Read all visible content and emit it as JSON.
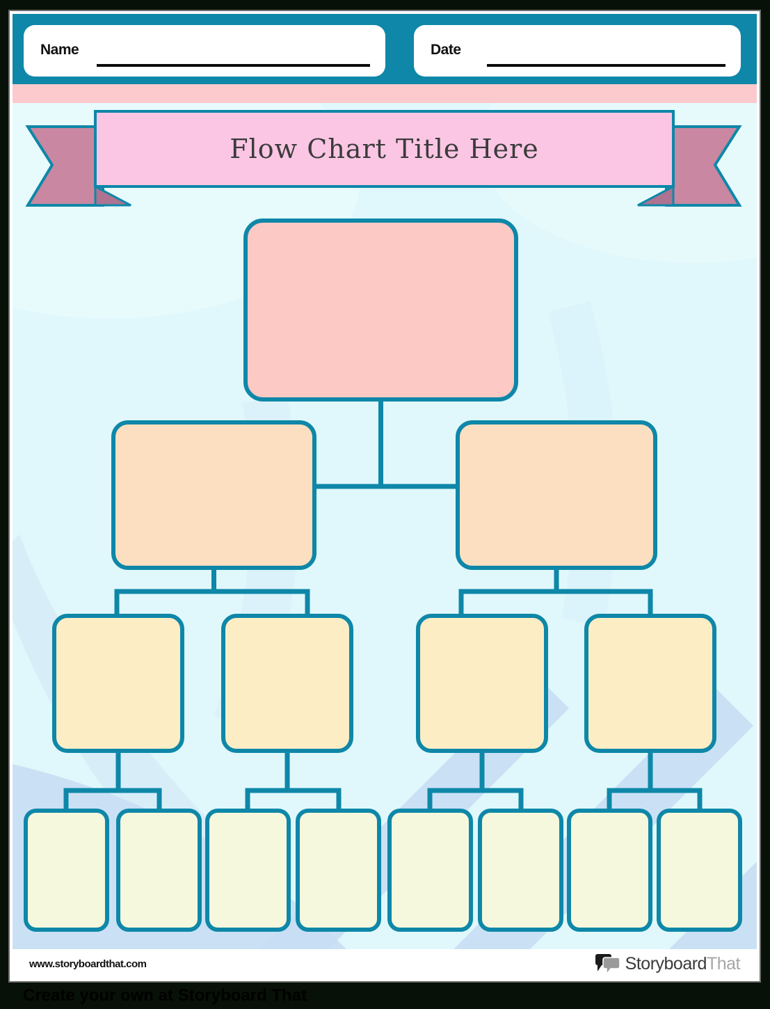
{
  "header": {
    "name_label": "Name",
    "date_label": "Date"
  },
  "banner": {
    "title": "Flow Chart Title Here"
  },
  "flowchart": {
    "type": "tree-flow-chart-template",
    "nodes": [
      {
        "id": "L1-1",
        "level": 1,
        "parent": null,
        "label": ""
      },
      {
        "id": "L2-1",
        "level": 2,
        "parent": "L1-1",
        "label": ""
      },
      {
        "id": "L2-2",
        "level": 2,
        "parent": "L1-1",
        "label": ""
      },
      {
        "id": "L3-1",
        "level": 3,
        "parent": "L2-1",
        "label": ""
      },
      {
        "id": "L3-2",
        "level": 3,
        "parent": "L2-1",
        "label": ""
      },
      {
        "id": "L3-3",
        "level": 3,
        "parent": "L2-2",
        "label": ""
      },
      {
        "id": "L3-4",
        "level": 3,
        "parent": "L2-2",
        "label": ""
      },
      {
        "id": "L4-1",
        "level": 4,
        "parent": "L3-1",
        "label": ""
      },
      {
        "id": "L4-2",
        "level": 4,
        "parent": "L3-1",
        "label": ""
      },
      {
        "id": "L4-3",
        "level": 4,
        "parent": "L3-2",
        "label": ""
      },
      {
        "id": "L4-4",
        "level": 4,
        "parent": "L3-2",
        "label": ""
      },
      {
        "id": "L4-5",
        "level": 4,
        "parent": "L3-3",
        "label": ""
      },
      {
        "id": "L4-6",
        "level": 4,
        "parent": "L3-3",
        "label": ""
      },
      {
        "id": "L4-7",
        "level": 4,
        "parent": "L3-4",
        "label": ""
      },
      {
        "id": "L4-8",
        "level": 4,
        "parent": "L3-4",
        "label": ""
      }
    ]
  },
  "footer": {
    "url": "www.storyboardthat.com",
    "logo": {
      "primary": "Storyboard",
      "secondary": "That"
    }
  },
  "bottom_bar": {
    "text": "Create your own at Storyboard That"
  },
  "colors": {
    "teal": "#0e87a8",
    "pink-strip": "#fccacd",
    "banner-pink": "#fac6e4",
    "ribbon": "#c987a1",
    "ribbon-fold": "#ad7390",
    "bg-cyan": "#e0f8fb",
    "swoosh": "#c8def4",
    "level1": "#fcc9c5",
    "level2": "#fcdfc0",
    "level3": "#fcedc5",
    "level4": "#f5f8dc"
  }
}
